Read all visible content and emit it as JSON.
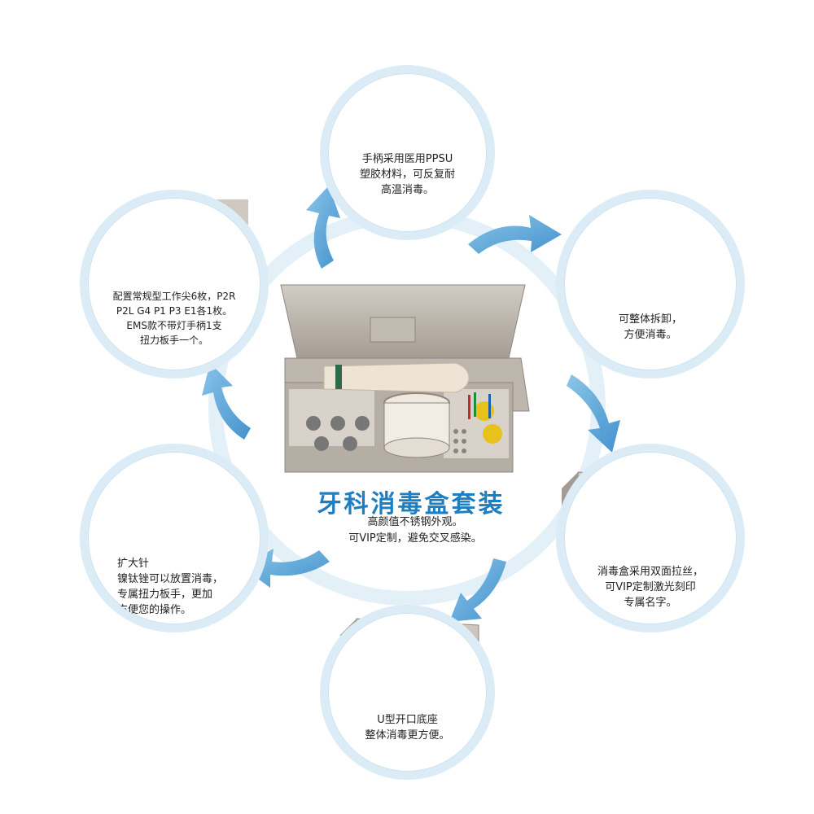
{
  "center": {
    "title": "牙科消毒盒套装",
    "subtitle_1": "高颜值不锈钢外观。",
    "subtitle_2": "可VIP定制，避免交叉感染。"
  },
  "bubbles": {
    "top": "手柄采用医用PPSU\n塑胶材料，可反复耐\n高温消毒。",
    "upper_left": "配置常规型工作尖6枚，P2R\nP2L G4 P1 P3 E1各1枚。\nEMS款不带灯手柄1支\n扭力板手一个。",
    "upper_right": "可整体拆卸，\n方便消毒。",
    "lower_left": "扩大针\n镍钛锉可以放置消毒，\n专属扭力板手，更加\n方便您的操作。",
    "lower_right": "消毒盒采用双面拉丝，\n可VIP定制激光刻印\n专属名字。",
    "bottom": "U型开口底座\n整体消毒更方便。"
  },
  "colors": {
    "title_blue": "#1d7fc1",
    "arrow_blue": "#4b9fd6",
    "ring_blue": "#dcecf6",
    "steel": "#b9b2aa",
    "handle": "#e8dccb"
  }
}
